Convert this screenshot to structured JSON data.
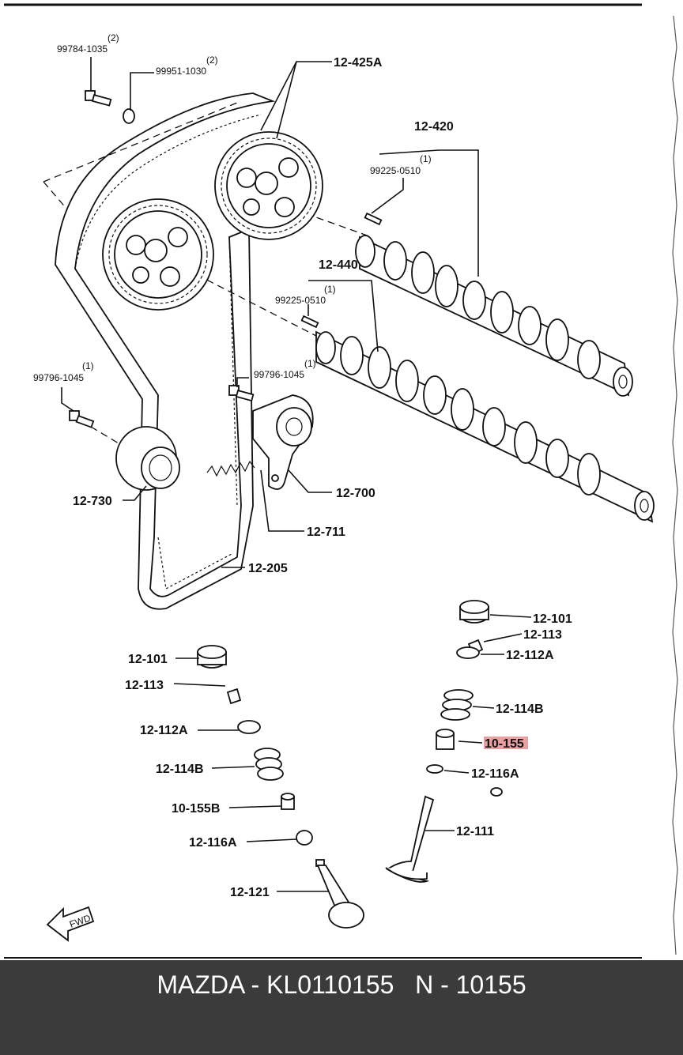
{
  "footer": {
    "text": "MAZDA - KL0110155   N - 10155"
  },
  "highlight_color": "#e8a0a0",
  "labels": {
    "l_99784": "99784-1035",
    "q_99784": "(2)",
    "l_99951": "99951-1030",
    "q_99951": "(2)",
    "l_12425a": "12-425A",
    "l_12420": "12-420",
    "l_99225a": "99225-0510",
    "q_99225a": "(1)",
    "l_12440": "12-440",
    "l_99225b": "99225-0510",
    "q_99225b": "(1)",
    "l_99796a": "99796-1045",
    "q_99796a": "(1)",
    "l_99796b": "99796-1045",
    "q_99796b": "(1)",
    "l_12730": "12-730",
    "l_12700": "12-700",
    "l_12711": "12-711",
    "l_12205": "12-205",
    "l_12101r": "12-101",
    "l_12113r": "12-113",
    "l_12112ar": "12-112A",
    "l_12114br": "12-114B",
    "l_10155": "10-155",
    "l_12116ar": "12-116A",
    "l_12111": "12-111",
    "l_12101l": "12-101",
    "l_12113l": "12-113",
    "l_12112al": "12-112A",
    "l_12114bl": "12-114B",
    "l_10155b": "10-155B",
    "l_12116al": "12-116A",
    "l_12121": "12-121",
    "fwd": "FWD"
  }
}
